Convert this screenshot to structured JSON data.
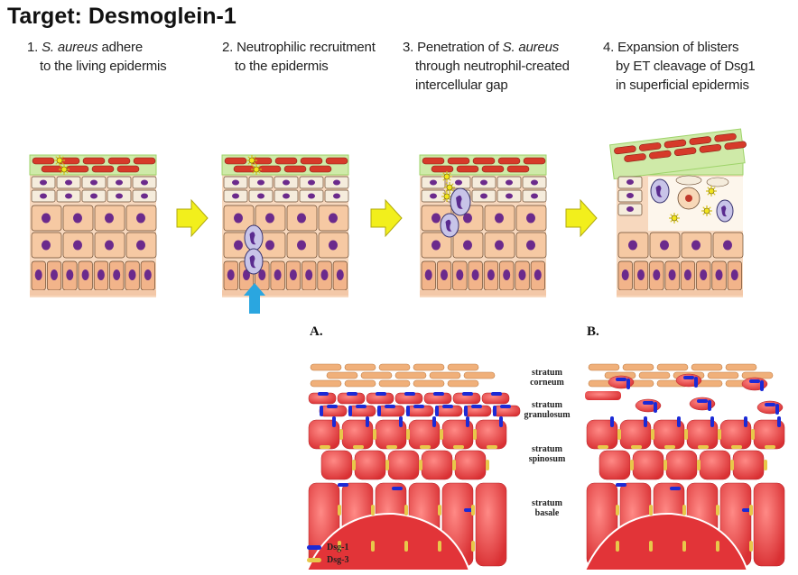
{
  "title": "Target: Desmoglein-1",
  "steps": [
    {
      "line1_pre": "1. ",
      "line1_em": "S. aureus",
      "line1_post": " adhere",
      "line2": "to the living epidermis",
      "line3": ""
    },
    {
      "line1_pre": "2. Neutrophilic recruitment",
      "line1_em": "",
      "line1_post": "",
      "line2": "to the epidermis",
      "line3": ""
    },
    {
      "line1_pre": "3. Penetration of ",
      "line1_em": "S. aureus",
      "line1_post": "",
      "line2": "through neutrophil-created",
      "line3": "intercellular gap"
    },
    {
      "line1_pre": "4. Expansion of blisters",
      "line1_em": "",
      "line1_post": "",
      "line2": "by ET cleavage of Dsg1",
      "line3": "in superficial epidermis"
    }
  ],
  "panels": {
    "a": "A.",
    "b": "B."
  },
  "strata": {
    "corneum": [
      "stratum",
      "corneum"
    ],
    "granulosum": [
      "stratum",
      "granulosum"
    ],
    "spinosum": [
      "stratum",
      "spinosum"
    ],
    "basale": [
      "stratum",
      "basale"
    ]
  },
  "legend": [
    {
      "label": "Dsg-1",
      "color": "#1b2ad6"
    },
    {
      "label": "Dsg-3",
      "color": "#e8c84a"
    }
  ],
  "colors": {
    "corneocyte": "#d63a2a",
    "skin_border": "#9ed36a",
    "granular_cell": "#f3e8d6",
    "spinous_cell": "#f6c9a3",
    "nucleus": "#6b2a8c",
    "arrow": "#f2ef1c",
    "neutrophil_arrow": "#2aa6e0",
    "tissue_red": "#e84548",
    "corneum_orange": "#f0b07a"
  },
  "icons": [
    "yellow-arrow-icon",
    "blue-up-arrow-icon",
    "bacteria-icon",
    "neutrophil-icon"
  ]
}
